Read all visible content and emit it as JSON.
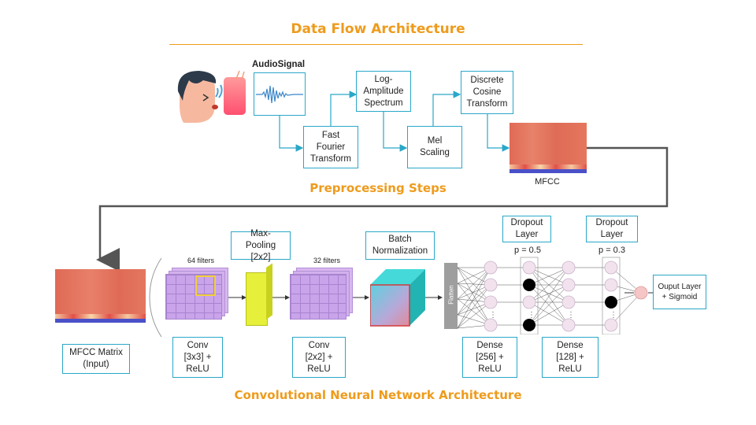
{
  "title": "Data Flow Architecture",
  "preprocessing": {
    "section_title": "Preprocessing Steps",
    "audio_label": "AudioSignal",
    "fft": "Fast Fourier Transform",
    "log_amp": "Log-Amplitude Spectrum",
    "mel": "Mel Scaling",
    "dct": "Discrete Cosine Transform",
    "mfcc_label": "MFCC"
  },
  "cnn": {
    "section_title": "Convolutional Neural Network Architecture",
    "input": "MFCC Matrix (Input)",
    "filters64": "64 filters",
    "filters32": "32 filters",
    "conv1": "Conv [3x3] + ReLU",
    "maxpool": "Max-Pooling [2x2]",
    "conv2": "Conv [2x2] + ReLU",
    "batchnorm": "Batch Normalization",
    "flatten": "Flatten",
    "dropout1": "Dropout Layer",
    "p1": "p = 0.5",
    "dense1": "Dense [256] + ReLU",
    "dropout2": "Dropout Layer",
    "p2": "p = 0.3",
    "dense2": "Dense [128] + ReLU",
    "output": "Ouput Layer + Sigmoid"
  },
  "colors": {
    "accent": "#ee9b1c",
    "connector": "#2aa7c9",
    "arrow": "#555555",
    "mfcc": "#e2705a",
    "filter": "#c9a4ea",
    "pool": "#e6ef3a",
    "batch": "#2fd4d4"
  }
}
